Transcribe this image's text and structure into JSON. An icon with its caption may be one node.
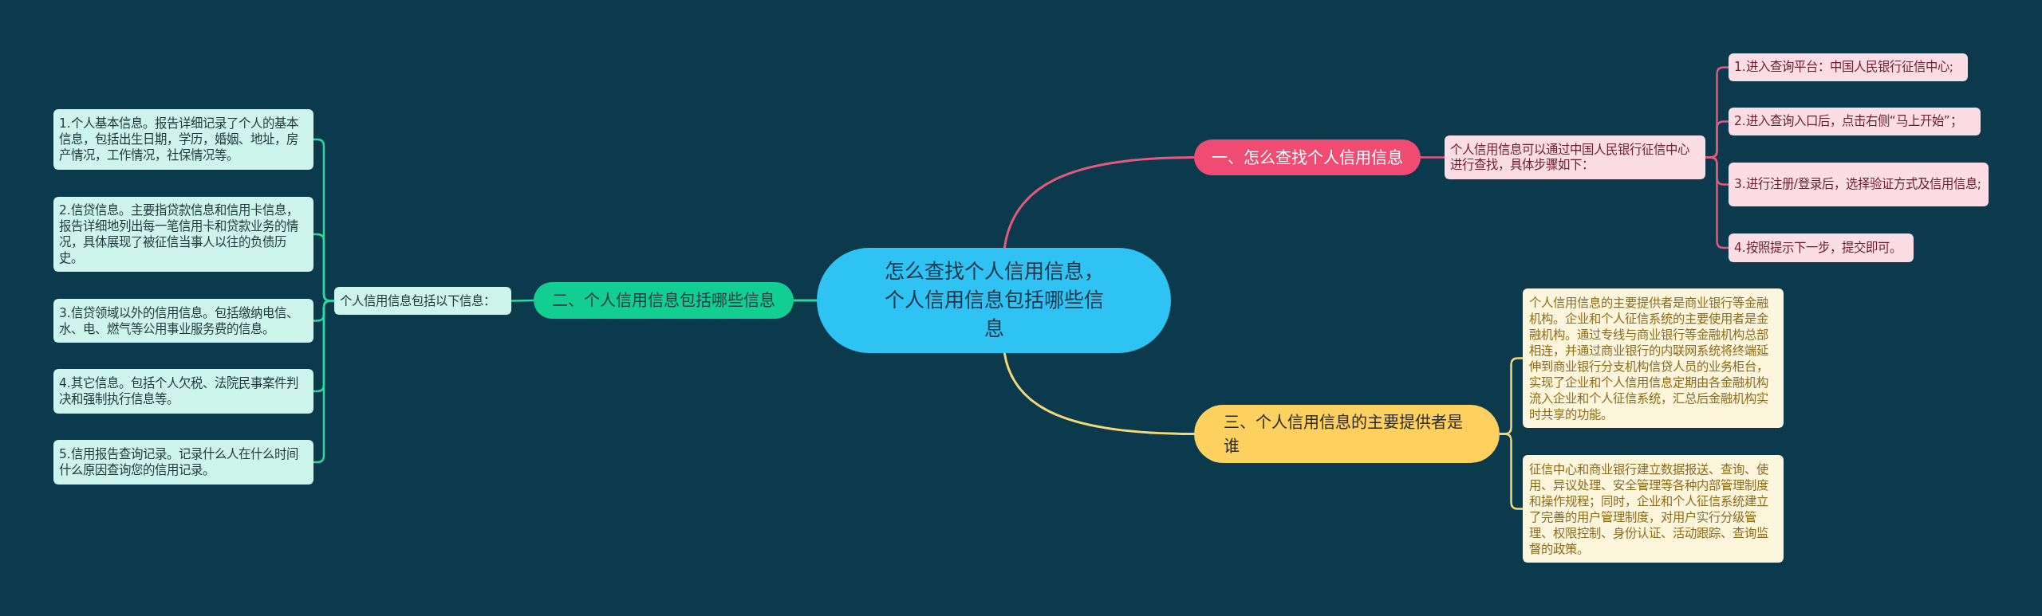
{
  "diagram": {
    "nodes": [
      {
        "text": [
          "怎么查找个人信用信息，个人信用信息包括哪些信息"
        ]
      },
      {
        "text": [
          "一、怎么查找个人信用信息"
        ]
      },
      {
        "text": [
          "个人信用信息可以通过中国人民银行征信中心进行查找，具体步骤如下："
        ]
      },
      {
        "text": [
          "1.进入查询平台：中国人民银行征信中心;"
        ]
      },
      {
        "text": [
          "2.进入查询入口后，点击右侧“马上开始”；"
        ]
      },
      {
        "text": [
          "3.进行注册/登录后，选择验证方式及信用信息;"
        ]
      },
      {
        "text": [
          "4.按照提示下一步，提交即可。"
        ]
      },
      {
        "text": [
          "二、个人信用信息包括哪些信息"
        ]
      },
      {
        "text": [
          "个人信用信息包括以下信息："
        ]
      },
      {
        "text": [
          "1.个人基本信息。报告详细记录了个人的基本信息，包括出生日期，学历，婚姻、地址，房产情况，工作情况，社保情况等。"
        ]
      },
      {
        "text": [
          "2.信贷信息。主要指贷款信息和信用卡信息，报告详细地列出每一笔信用卡和贷款业务的情况，具体展现了被征信当事人以往的负债历史。"
        ]
      },
      {
        "text": [
          "3.信贷领域以外的信用信息。包括缴纳电信、水、电、燃气等公用事业服务费的信息。"
        ]
      },
      {
        "text": [
          "4.其它信息。包括个人欠税、法院民事案件判决和强制执行信息等。"
        ]
      },
      {
        "text": [
          "5.信用报告查询记录。记录什么人在什么时间什么原因查询您的信用记录。"
        ]
      },
      {
        "text": [
          "三、个人信用信息的主要提供者是谁"
        ]
      },
      {
        "text": [
          "个人信用信息的主要提供者是商业银行等金融机构。企业和个人征信系统的主要使用者是金融机构。通过专线与商业银行等金融机构总部相连，并通过商业银行的内联网系统将终端延伸到商业银行分支机构信贷人员的业务柜台，实现了企业和个人信用信息定期由各金融机构流入企业和个人征信系统，汇总后金融机构实时共享的功能。"
        ]
      },
      {
        "text": [
          "征信中心和商业银行建立数据报送、查询、使用、异议处理、安全管理等各种内部管理制度和操作规程；同时，企业和个人征信系统建立了完善的用户管理制度，对用户实行分级管理、权限控制、身份认证、活动跟踪、查询监督的政策。"
        ]
      }
    ],
    "edges": [
      {
        "from": 0,
        "to": 1,
        "arrow": "none",
        "color": "#e8577c"
      },
      {
        "from": 1,
        "to": 2,
        "arrow": "none",
        "color": "#e8577c"
      },
      {
        "from": 2,
        "to": 3,
        "arrow": "none",
        "color": "#e8577c"
      },
      {
        "from": 2,
        "to": 4,
        "arrow": "none",
        "color": "#e8577c"
      },
      {
        "from": 2,
        "to": 5,
        "arrow": "none",
        "color": "#e8577c"
      },
      {
        "from": 2,
        "to": 6,
        "arrow": "none",
        "color": "#e8577c"
      },
      {
        "from": 0,
        "to": 7,
        "arrow": "none"
      },
      {
        "from": 7,
        "to": 8,
        "arrow": "none"
      },
      {
        "from": 8,
        "to": 9,
        "arrow": "none"
      },
      {
        "from": 8,
        "to": 10,
        "arrow": "none"
      },
      {
        "from": 8,
        "to": 11,
        "arrow": "none"
      },
      {
        "from": 8,
        "to": 12,
        "arrow": "none"
      },
      {
        "from": 8,
        "to": 13,
        "arrow": "none"
      },
      {
        "from": 0,
        "to": 14,
        "arrow": "none",
        "color": "#f3d87a"
      },
      {
        "from": 14,
        "to": 15,
        "arrow": "none",
        "color": "#f3d87a"
      },
      {
        "from": 14,
        "to": 16,
        "arrow": "none",
        "color": "#f3d87a"
      }
    ]
  }
}
